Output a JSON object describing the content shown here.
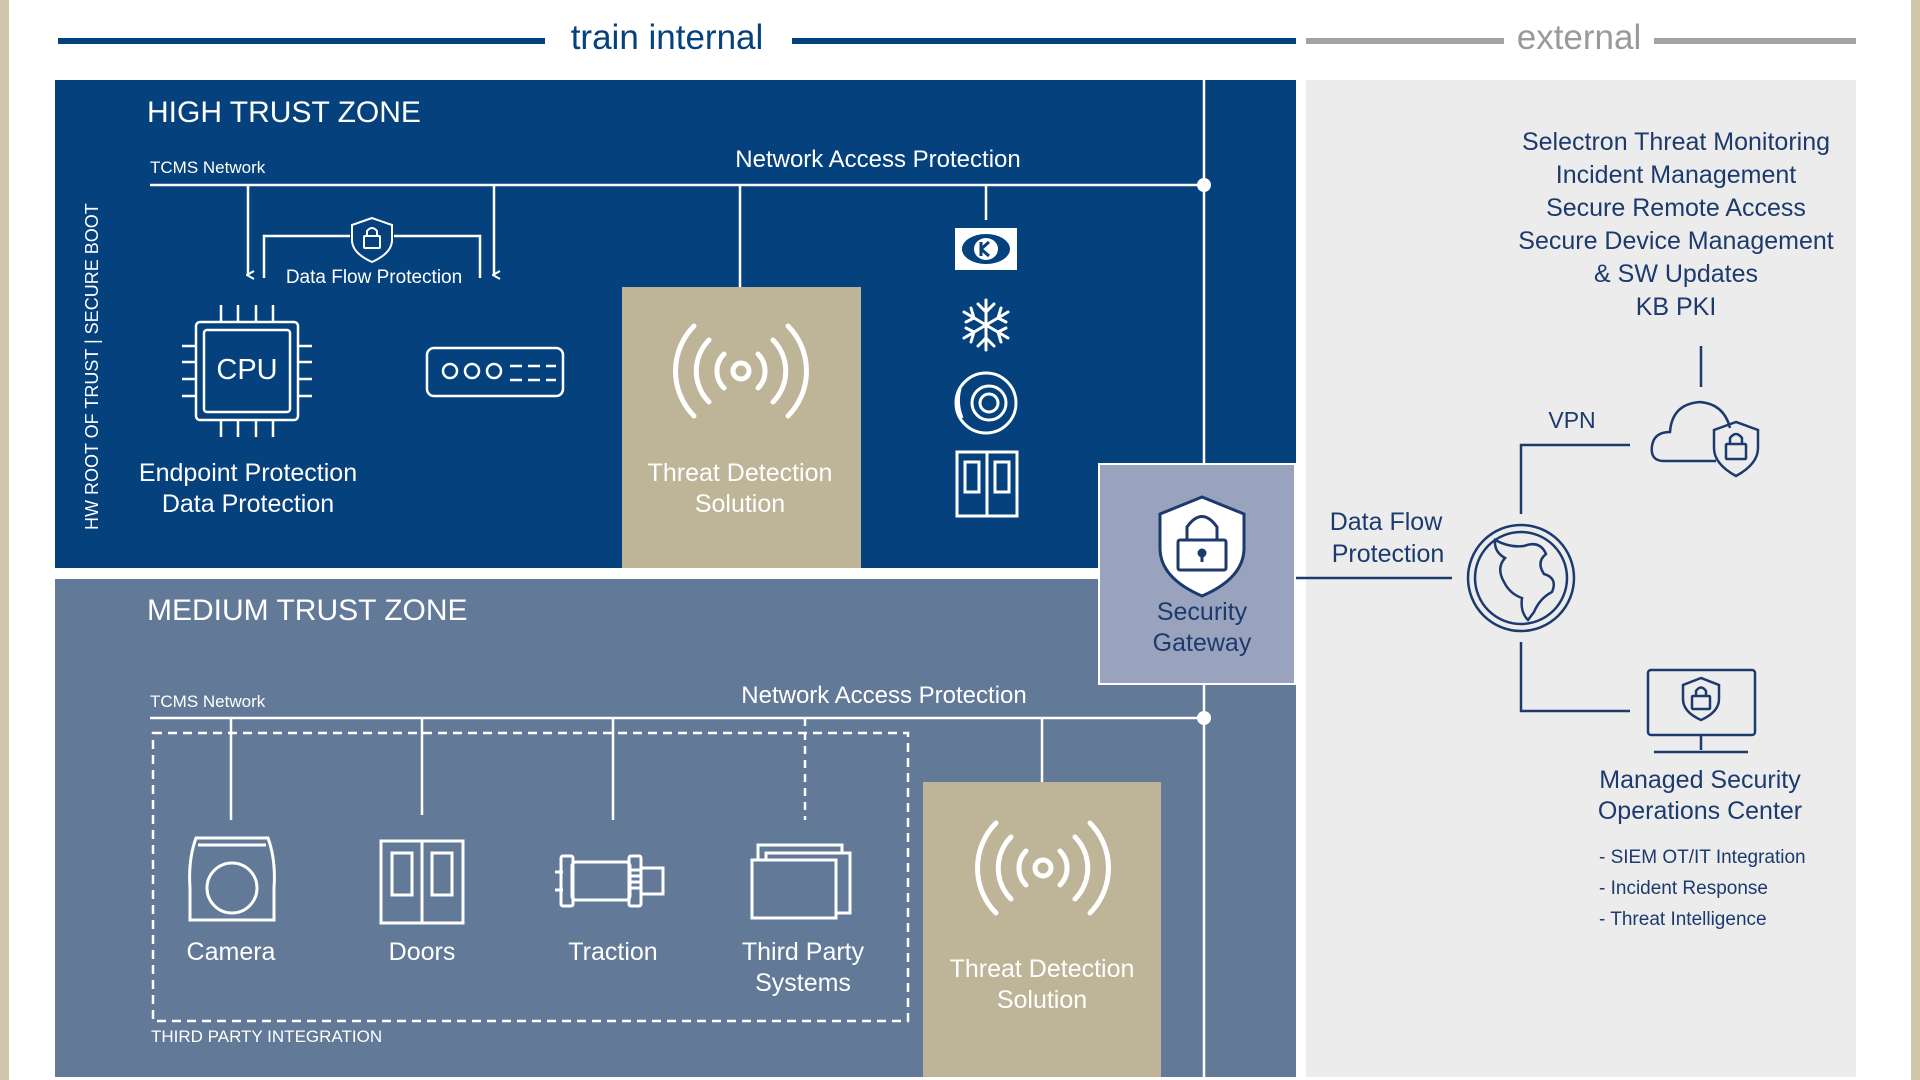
{
  "header": {
    "internal_label": "train internal",
    "external_label": "external"
  },
  "high_zone": {
    "title": "HIGH TRUST ZONE",
    "tcms_label": "TCMS Network",
    "nap_label": "Network Access Protection",
    "dfp_label": "Data Flow Protection",
    "cpu_label": "CPU",
    "endpoint_line1": "Endpoint Protection",
    "endpoint_line2": "Data Protection",
    "threat_line1": "Threat Detection",
    "threat_line2": "Solution",
    "vertical_label": "HW ROOT OF TRUST | SECURE BOOT"
  },
  "medium_zone": {
    "title": "MEDIUM TRUST ZONE",
    "tcms_label": "TCMS Network",
    "nap_label": "Network Access Protection",
    "devices": [
      "Camera",
      "Doors",
      "Traction",
      "Third Party",
      "Systems"
    ],
    "third_party_integration": "THIRD PARTY INTEGRATION",
    "threat_line1": "Threat Detection",
    "threat_line2": "Solution"
  },
  "gateway": {
    "line1": "Security",
    "line2": "Gateway"
  },
  "external": {
    "services": [
      "Selectron Threat Monitoring",
      "Incident Management",
      "Secure Remote Access",
      "Secure Device Management",
      "& SW Updates",
      "KB PKI"
    ],
    "vpn_label": "VPN",
    "dfp_line1": "Data Flow",
    "dfp_line2": "Protection",
    "soc_line1": "Managed Security",
    "soc_line2": "Operations Center",
    "soc_items": [
      "- SIEM OT/IT Integration",
      "- Incident Response",
      "- Threat Intelligence"
    ]
  },
  "colors": {
    "high_zone": "#05417d",
    "medium_zone": "#627998",
    "external_zone": "#ececec",
    "gateway": "#99a3bd",
    "threat_box": "#beb497",
    "navy_text": "#1c3a6e",
    "border_beige": "#cfc6ac"
  },
  "icons": [
    "cpu-icon",
    "router-icon",
    "shield-lock-icon",
    "knorr-logo-icon",
    "snowflake-icon",
    "brake-disc-icon",
    "door-icon",
    "wireless-signal-icon",
    "camera-icon",
    "traction-motor-icon",
    "stacked-panels-icon",
    "globe-icon",
    "cloud-lock-icon",
    "monitor-lock-icon"
  ]
}
